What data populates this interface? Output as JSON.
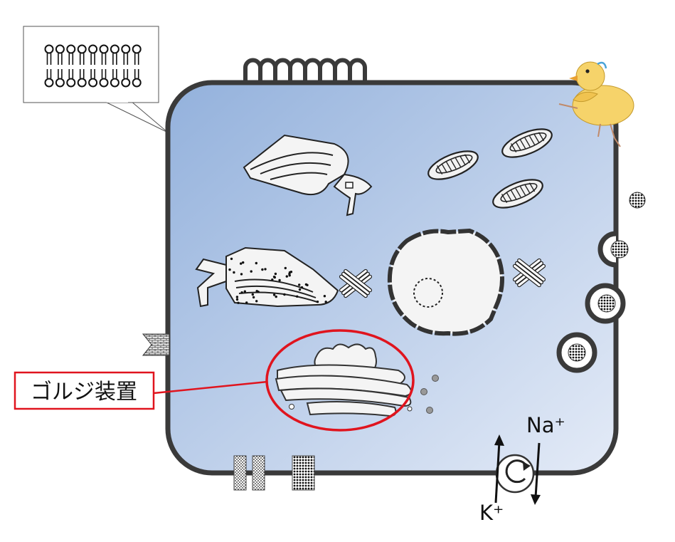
{
  "labels": {
    "golgi": "ゴルジ装置",
    "sodium": "Na⁺",
    "potassium": "K⁺"
  },
  "colors": {
    "highlight": "#e0141e",
    "membrane": "#3a3a3a",
    "cytoplasm_light": "#dfe8f6",
    "cytoplasm_dark": "#98b4dc"
  },
  "icons": {
    "duck": "duck-illustration",
    "pump": "rotation-arrow-icon"
  }
}
